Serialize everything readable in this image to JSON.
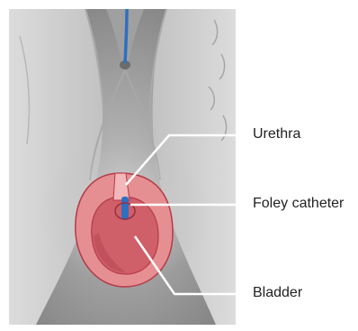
{
  "labels": {
    "urethra": "Urethra",
    "foley_catheter": "Foley catheter",
    "bladder": "Bladder"
  },
  "colors": {
    "background": "#ffffff",
    "body_gray": "#8e8e8e",
    "body_light": "#d4d4d4",
    "bladder_outer": "#e58f92",
    "bladder_inner": "#cf5f68",
    "bladder_outline": "#b43a48",
    "catheter_blue": "#2f6fc0",
    "leader_line": "#ffffff",
    "label_text": "#222222"
  }
}
